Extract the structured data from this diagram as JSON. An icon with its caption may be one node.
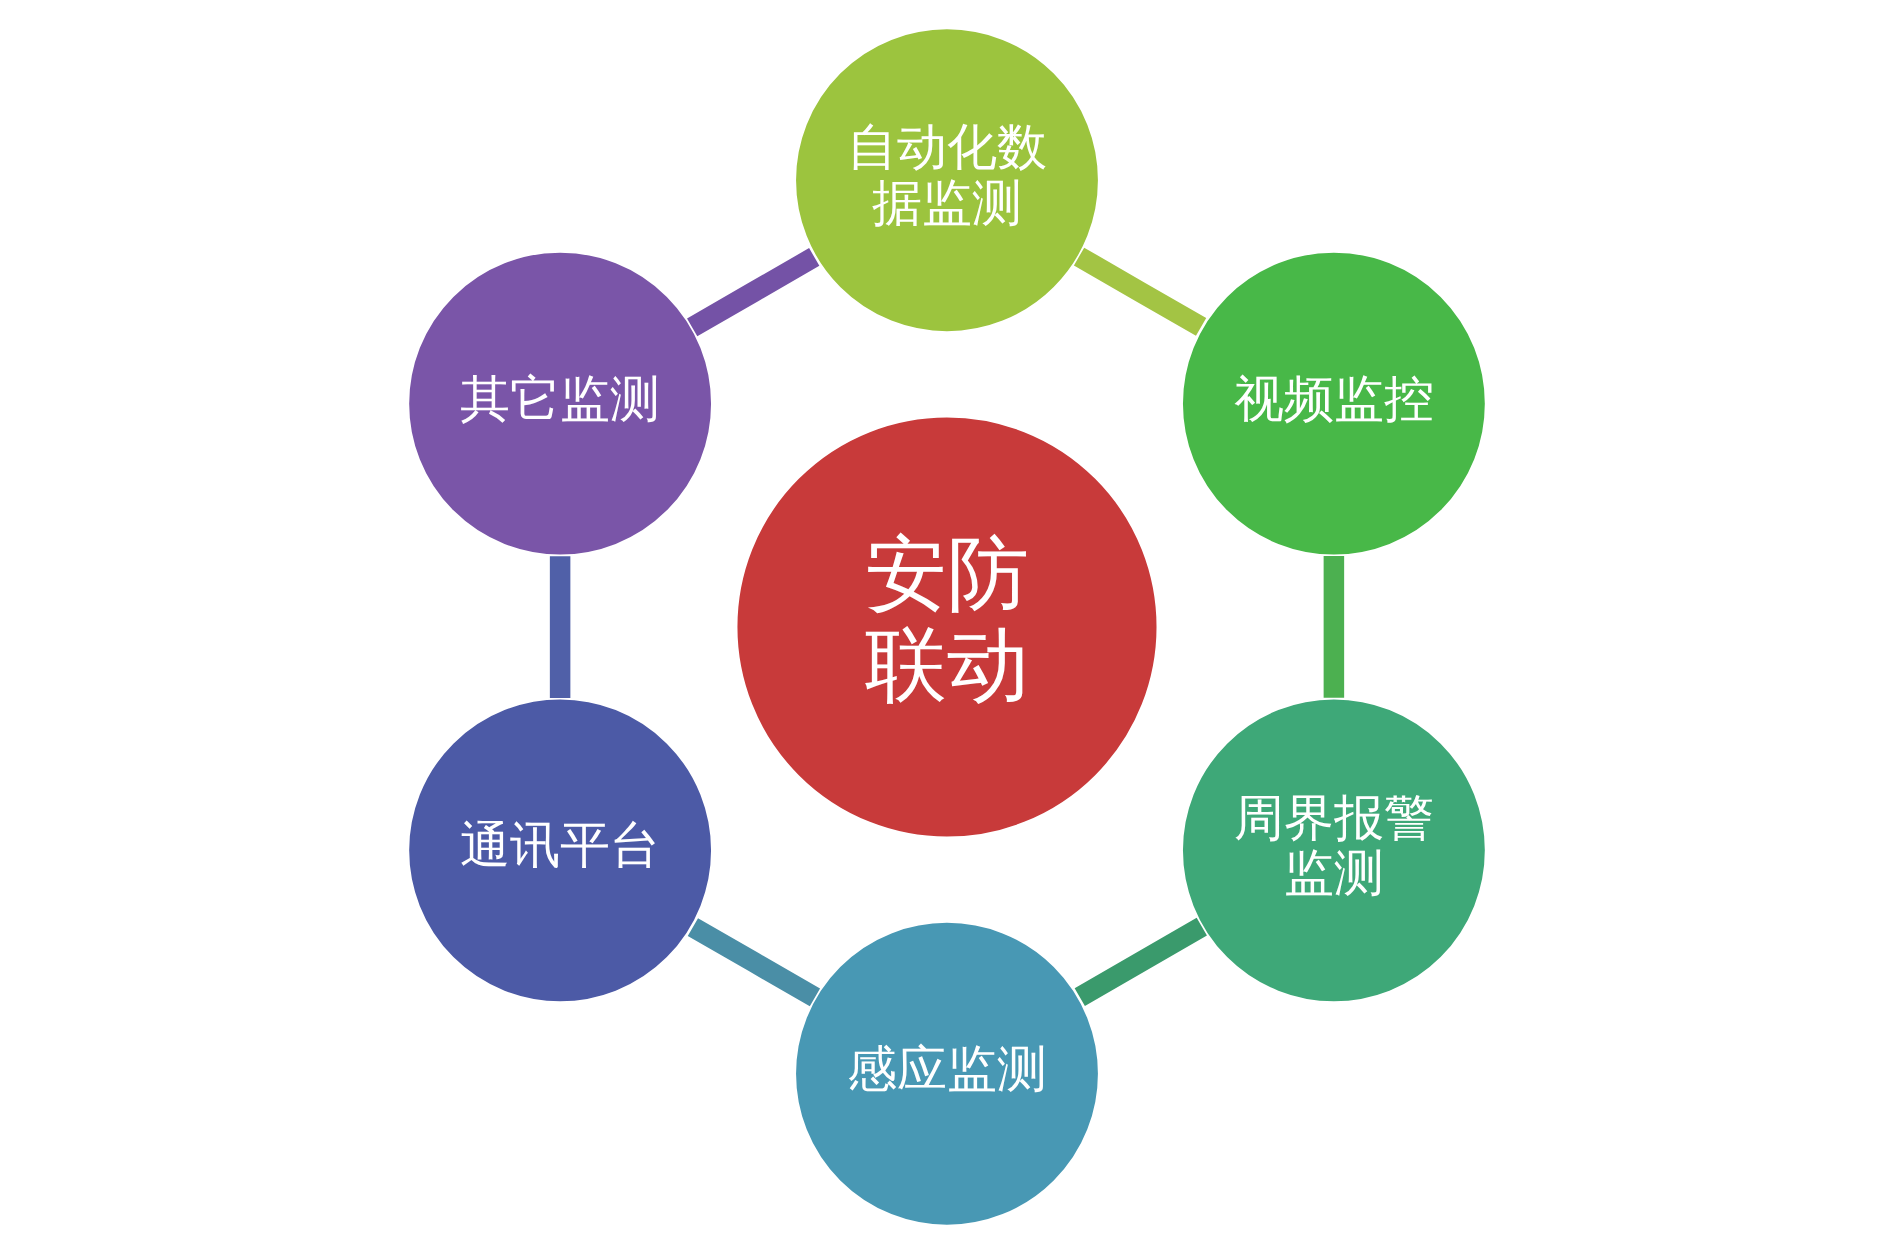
{
  "diagram": {
    "nodes": [
      {
        "text": [
          "自动化数据监测"
        ]
      },
      {
        "text": [
          "其它监测"
        ]
      },
      {
        "text": [
          "视频监控"
        ]
      },
      {
        "text": [
          "安防联动"
        ]
      },
      {
        "text": [
          "通讯平台"
        ]
      },
      {
        "text": [
          "周界报警监测"
        ]
      },
      {
        "text": [
          "感应监测"
        ]
      }
    ],
    "edges": [
      {
        "from": 0,
        "to": 2,
        "arrow": "none",
        "color": "#a3c444"
      },
      {
        "from": 2,
        "to": 5,
        "arrow": "none",
        "color": "#4cb050"
      },
      {
        "from": 5,
        "to": 6,
        "arrow": "none",
        "color": "#3a9a6c"
      },
      {
        "from": 6,
        "to": 4,
        "arrow": "none",
        "color": "#4a8ea6"
      },
      {
        "from": 4,
        "to": 1,
        "arrow": "none",
        "color": "#5060a8"
      },
      {
        "from": 1,
        "to": 0,
        "arrow": "none",
        "color": "#7452a6"
      }
    ]
  }
}
